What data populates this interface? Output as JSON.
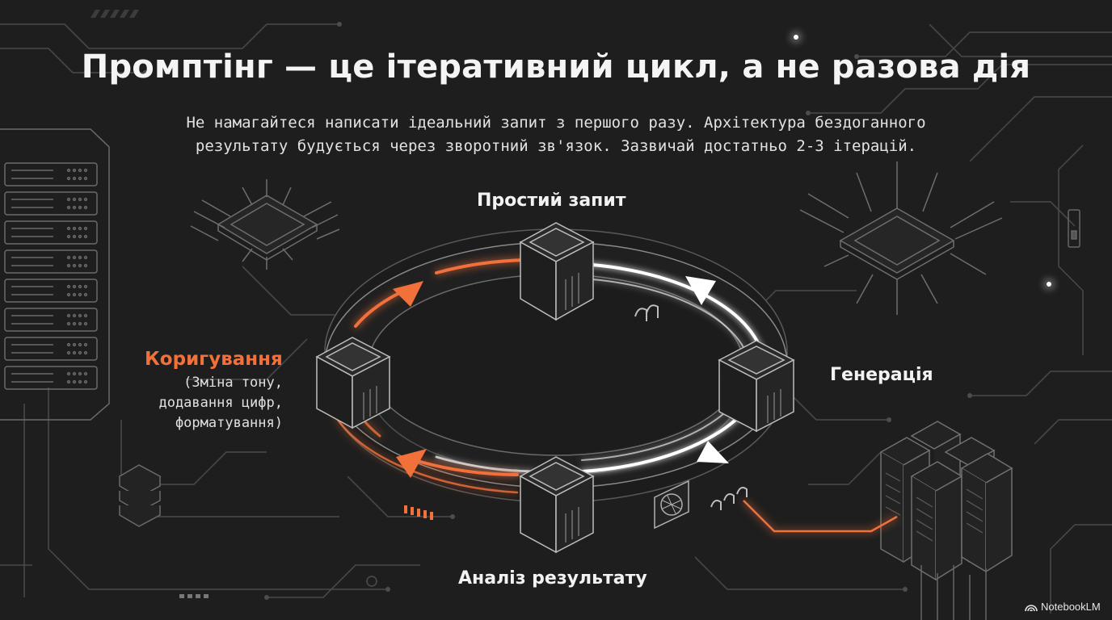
{
  "slide": {
    "title": "Промптінг — це ітеративний цикл, а не разова дія",
    "subtitle_lines": [
      "Не намагайтеся написати ідеальний запит з першого разу. Архітектура бездоганного",
      "результату будується через зворотний зв'язок. Зазвичай достатньо 2-3 ітерацій."
    ]
  },
  "cycle": {
    "top": "Простий запит",
    "right": "Генерація",
    "bottom": "Аналіз результату",
    "left": {
      "title": "Коригування",
      "detail_lines": [
        "(Зміна тону,",
        "додавання цифр,",
        "форматування)"
      ]
    }
  },
  "colors": {
    "background": "#1e1e1e",
    "accent": "#f2703a",
    "ring_light": "#ffffff"
  },
  "icons": [
    "server-rack-icon",
    "chip-icon",
    "node-block-icon",
    "fan-icon",
    "pipe-icon"
  ],
  "branding": {
    "label": "NotebookLM"
  }
}
